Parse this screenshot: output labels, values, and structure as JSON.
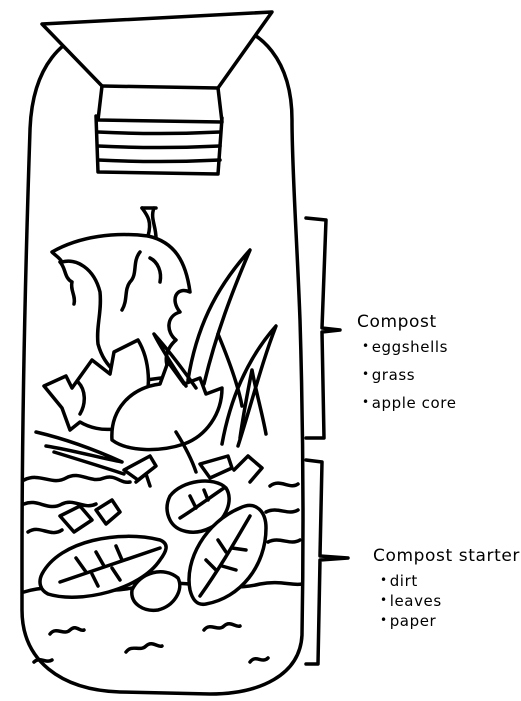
{
  "compost": {
    "title": "Compost",
    "items": [
      "eggshells",
      "grass",
      "apple core"
    ]
  },
  "compost_starter": {
    "title": "Compost starter",
    "items": [
      "dirt",
      "leaves",
      "paper"
    ]
  },
  "colors": {
    "ink": "#000000",
    "background": "#ffffff"
  }
}
